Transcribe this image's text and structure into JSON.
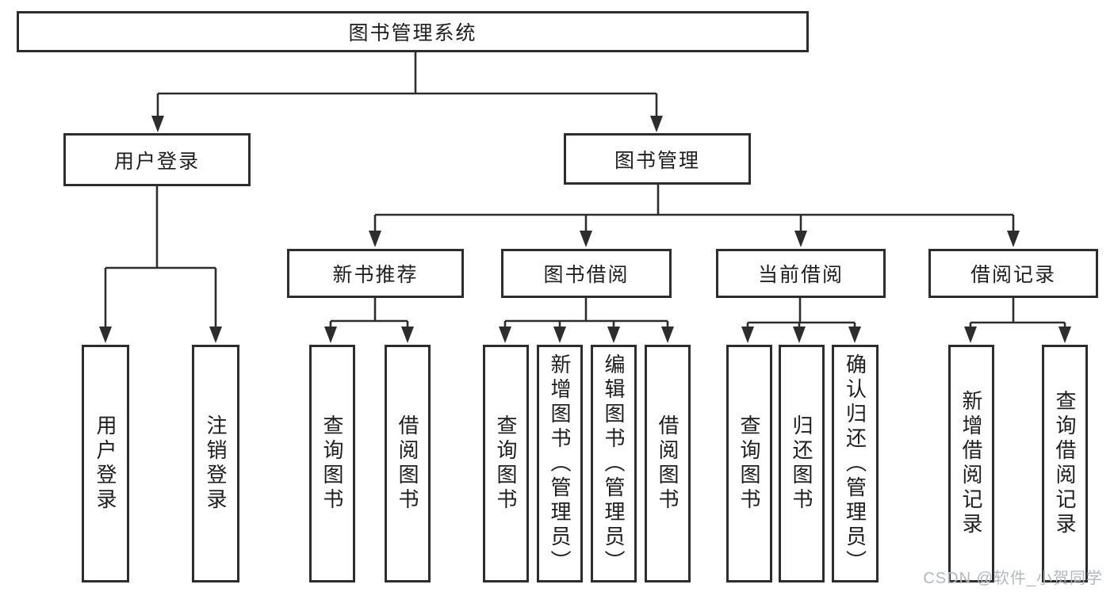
{
  "diagram_type": "hierarchy-tree",
  "tree": {
    "root": {
      "label": "图书管理系统",
      "children": [
        {
          "label": "用户登录",
          "children": [
            {
              "label": "用户登录"
            },
            {
              "label": "注销登录"
            }
          ]
        },
        {
          "label": "图书管理",
          "children": [
            {
              "label": "新书推荐",
              "children": [
                {
                  "label": "查询图书"
                },
                {
                  "label": "借阅图书"
                }
              ]
            },
            {
              "label": "图书借阅",
              "children": [
                {
                  "label": "查询图书"
                },
                {
                  "label": "新增图书（管理员）"
                },
                {
                  "label": "编辑图书（管理员）"
                },
                {
                  "label": "借阅图书"
                }
              ]
            },
            {
              "label": "当前借阅",
              "children": [
                {
                  "label": "查询图书"
                },
                {
                  "label": "归还图书"
                },
                {
                  "label": "确认归还（管理员）"
                }
              ]
            },
            {
              "label": "借阅记录",
              "children": [
                {
                  "label": "新增借阅记录"
                },
                {
                  "label": "查询借阅记录"
                }
              ]
            }
          ]
        }
      ]
    }
  },
  "watermark": {
    "text": "CSDN @软件_小贺同学"
  },
  "colors": {
    "background": "#ffffff",
    "box_border": "#2d2d2d",
    "connector": "#2d2d2d",
    "text": "#1e1e1e",
    "watermark": "#b4b8bc"
  }
}
